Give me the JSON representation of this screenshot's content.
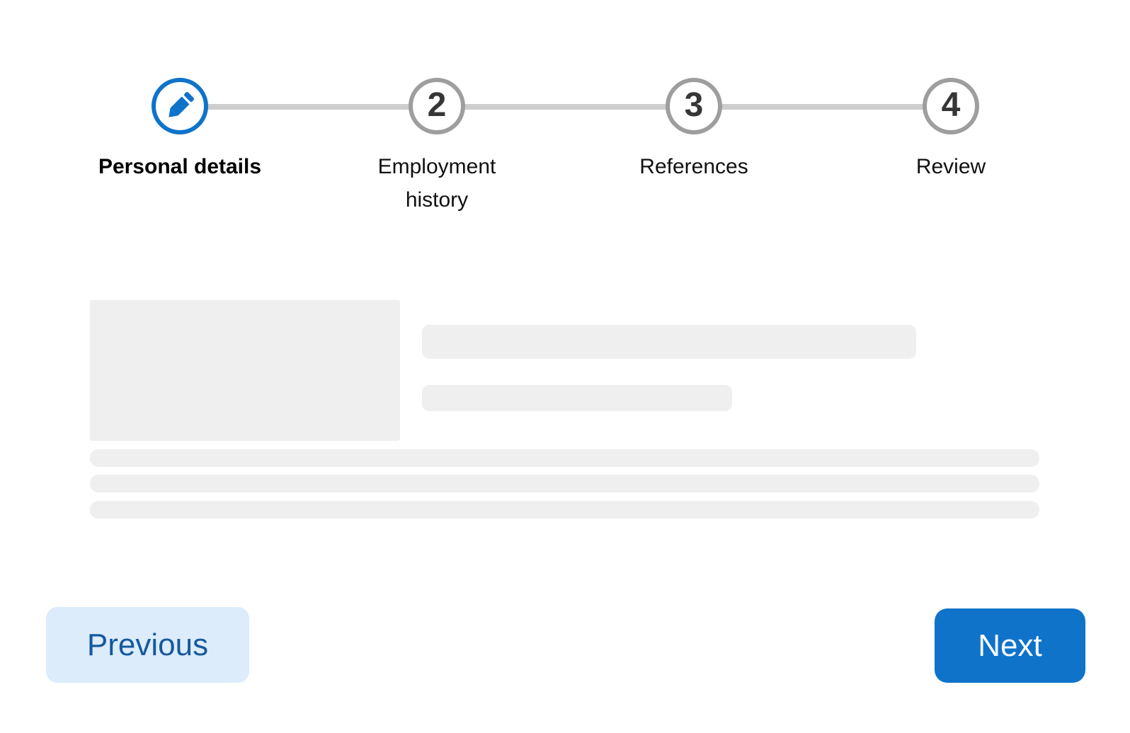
{
  "stepper": {
    "steps": [
      {
        "id": 1,
        "label": "Personal details",
        "status": "current",
        "indicator": "pencil-icon"
      },
      {
        "id": 2,
        "label": "Employment history",
        "status": "upcoming",
        "indicator": "2"
      },
      {
        "id": 3,
        "label": "References",
        "status": "upcoming",
        "indicator": "3"
      },
      {
        "id": 4,
        "label": "Review",
        "status": "upcoming",
        "indicator": "4"
      }
    ]
  },
  "footer": {
    "previous_label": "Previous",
    "next_label": "Next"
  },
  "colors": {
    "accent_blue": "#0f73ca",
    "next_button_bg": "#0f73ca",
    "next_button_text": "#ffffff",
    "previous_button_bg": "#dcecfb",
    "previous_button_text": "#16599d",
    "inactive_circle_border": "#9e9e9e",
    "step_number_text": "#363636",
    "connector_line": "#cdcdcd",
    "skeleton_fill": "#f0efef"
  }
}
